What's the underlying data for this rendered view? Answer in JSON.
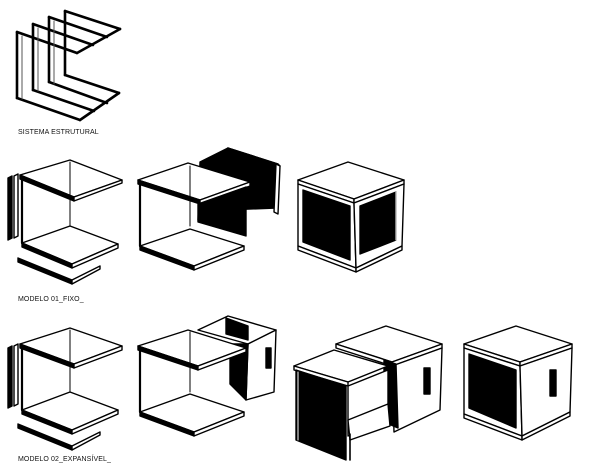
{
  "captions": {
    "structural_system": "SISTEMA ESTRUTURAL",
    "model_01": "MODELO 01_FIXO_",
    "model_02": "MODELO 02_EXPANSÍVEL_"
  },
  "colors": {
    "background": "#ffffff",
    "ink": "#000000",
    "panel_fill": "#ffffff"
  }
}
